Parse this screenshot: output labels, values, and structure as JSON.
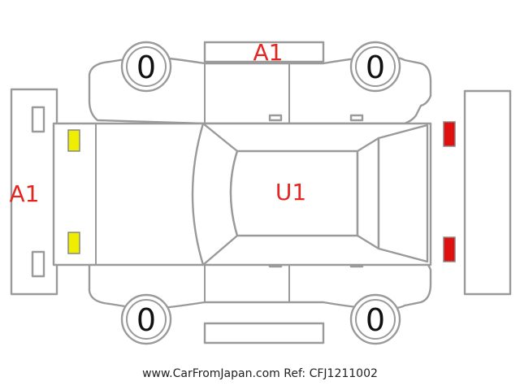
{
  "marks": {
    "roof": "A1",
    "front": "A1",
    "body": "U1"
  },
  "tires": {
    "front_left": "0",
    "front_right": "0",
    "rear_left": "0",
    "rear_right": "0"
  },
  "lamp_colors": {
    "headlamp": "#f0ee00",
    "taillamp": "#e01010"
  },
  "footer": {
    "credit": "www.CarFromJapan.com Ref: CFJ1211002"
  }
}
